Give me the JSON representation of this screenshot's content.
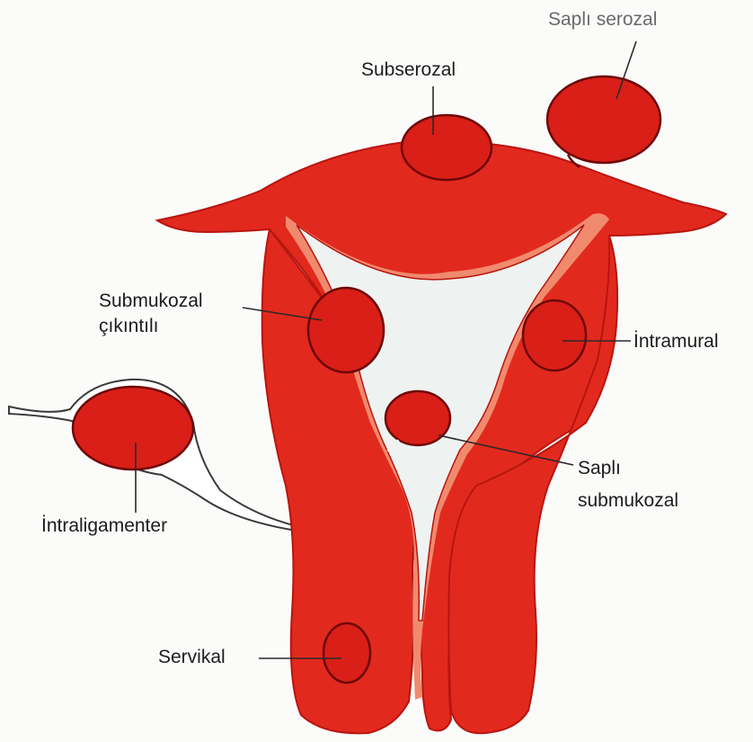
{
  "labels": {
    "sapli_serozal": "Saplı serozal",
    "subserozal": "Subserozal",
    "submukozal_cikintili_line1": "Submukozal",
    "submukozal_cikintili_line2": "çıkıntılı",
    "intramural": "İntramural",
    "sapli_submukozal_line1": "Saplı",
    "sapli_submukozal_line2": "submukozal",
    "intraligamenter": "İntraligamenter",
    "servikal": "Servikal"
  },
  "colors": {
    "uterus": "#e2291e",
    "uterus_edge": "#b8150f",
    "fibroid": "#d91f17",
    "fibroid_edge": "#6e0707",
    "endometrium_rim": "#f08a6e",
    "cavity": "#eef3f1",
    "ligament_fill": "#ffffff",
    "ligament_edge": "#3a3a3a"
  }
}
